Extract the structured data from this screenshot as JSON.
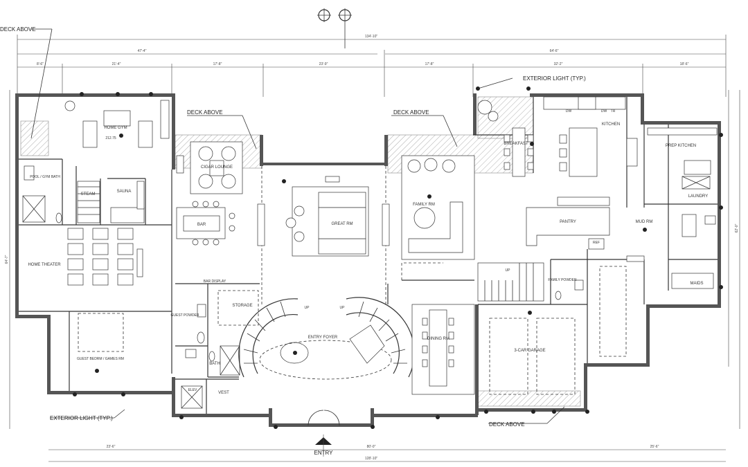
{
  "overall": {
    "top_dim": "134'-10\"",
    "bottom_dim": "128'-10\"",
    "left_dim": "64'-7\"",
    "right_dim": "62'-0\""
  },
  "top_dims": {
    "left": "47'-4\"",
    "right": "64'-6\""
  },
  "sub_dims": [
    "8'-6\"",
    "21'-4\"",
    "17'-8\"",
    "23'-9\"",
    "17'-8\"",
    "32'-2\"",
    "18'-6\""
  ],
  "bottom_dims": {
    "left": "23'-6\"",
    "center": "80'-0\"",
    "right": "25'-6\""
  },
  "callouts": {
    "deck_above_tl": "DECK ABOVE",
    "deck_above_left": "DECK ABOVE",
    "deck_above_center": "DECK ABOVE",
    "deck_above_bottom": "DECK ABOVE",
    "exterior_light_top": "EXTERIOR LIGHT (TYP.)",
    "exterior_light_bottom": "EXTERIOR LIGHT (TYP.)",
    "entry": "ENTRY"
  },
  "rooms": {
    "home_gym": "HOME GYM",
    "pool_gym_bath": "POOL / GYM BATH",
    "steam": "STEAM",
    "sauna": "SAUNA",
    "cigar_lounge": "CIGAR LOUNGE",
    "bar": "BAR",
    "home_theater": "HOME THEATER",
    "guest_bedrm": "GUEST BEDRM / GAMES RM",
    "bar_display": "BAR DISPLAY",
    "guest_powder": "GUEST POWDER",
    "storage": "STORAGE",
    "bath": "BATH",
    "elev": "ELEV",
    "vest": "VEST",
    "great_rm": "GREAT RM",
    "entry_foyer": "ENTRY FOYER",
    "family_rm": "FAMILY RM",
    "dining_rm": "DINING RM",
    "breakfast": "BREAKFAST",
    "kitchen": "KITCHEN",
    "prep_kitchen": "PREP KITCHEN",
    "laundry": "LAUNDRY",
    "pantry": "PANTRY",
    "ref": "REF",
    "mud_rm": "MUD RM",
    "family_powder": "FAMILY POWDER",
    "maids": "MAIDS",
    "garage": "3-CAR GARAGE",
    "dw1": "DW",
    "dw2": "DW",
    "tr": "TR"
  },
  "markers": {
    "up1": "UP",
    "up2": "UP",
    "up3": "UP",
    "elev_tag": "212.75"
  },
  "colors": {
    "wall": "#555555",
    "line": "#333333",
    "background": "#ffffff"
  }
}
